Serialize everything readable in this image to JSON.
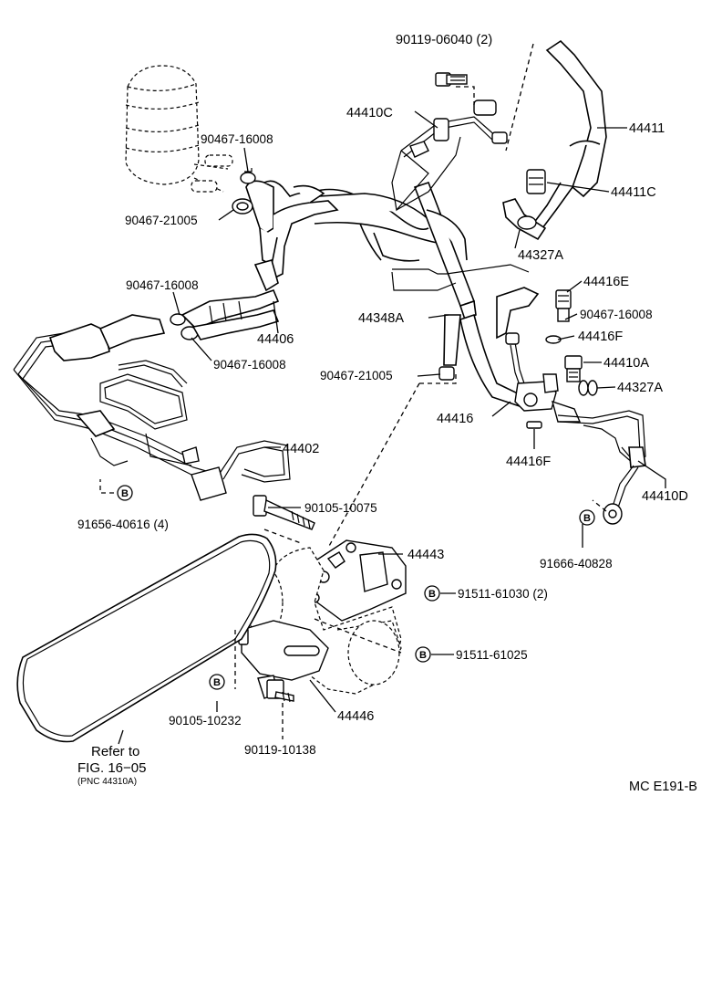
{
  "labels": {
    "p_90119_06040": "90119-06040 (2)",
    "p_44410C": "44410C",
    "p_44411": "44411",
    "p_44411C": "44411C",
    "p_90467_16008_a": "90467-16008",
    "p_90467_21005_a": "90467-21005",
    "p_44327A_a": "44327A",
    "p_90467_16008_b": "90467-16008",
    "p_44406": "44406",
    "p_44348A": "44348A",
    "p_90467_16008_c": "90467-16008",
    "p_44416E": "44416E",
    "p_90467_16008_d": "90467-16008",
    "p_44416F_a": "44416F",
    "p_44410A": "44410A",
    "p_44327A_b": "44327A",
    "p_90467_21005_b": "90467-21005",
    "p_44416": "44416",
    "p_44402": "44402",
    "p_44416F_b": "44416F",
    "p_44410D": "44410D",
    "p_91656_40616": "91656-40616 (4)",
    "p_90105_10075": "90105-10075",
    "p_44443": "44443",
    "p_91666_40828": "91666-40828",
    "p_91511_61030": "91511-61030 (2)",
    "p_91511_61025": "91511-61025",
    "p_90105_10232": "90105-10232",
    "p_44446": "44446",
    "p_90119_10138": "90119-10138"
  },
  "refer": {
    "line1": "Refer to",
    "line2": "FIG. 16−05",
    "line3": "(PNC 44310A)"
  },
  "badge_letter": "B",
  "figure_code": "MC E191-B"
}
